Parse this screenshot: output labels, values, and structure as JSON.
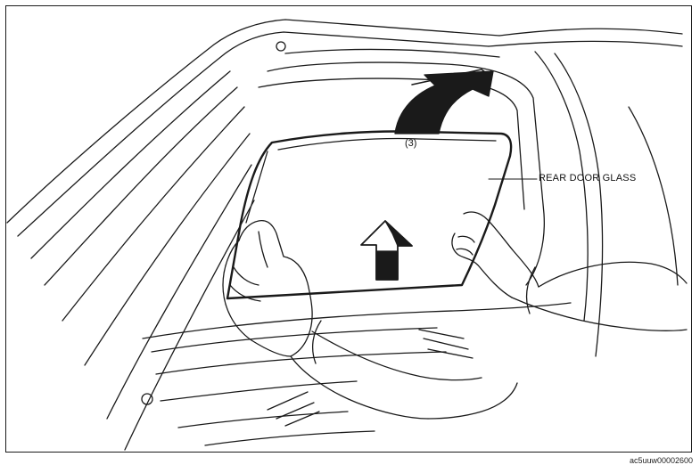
{
  "labels": {
    "step": "(3)",
    "rear_door_glass": "REAR DOOR GLASS"
  },
  "figure_code": "ac5uuw00002600"
}
